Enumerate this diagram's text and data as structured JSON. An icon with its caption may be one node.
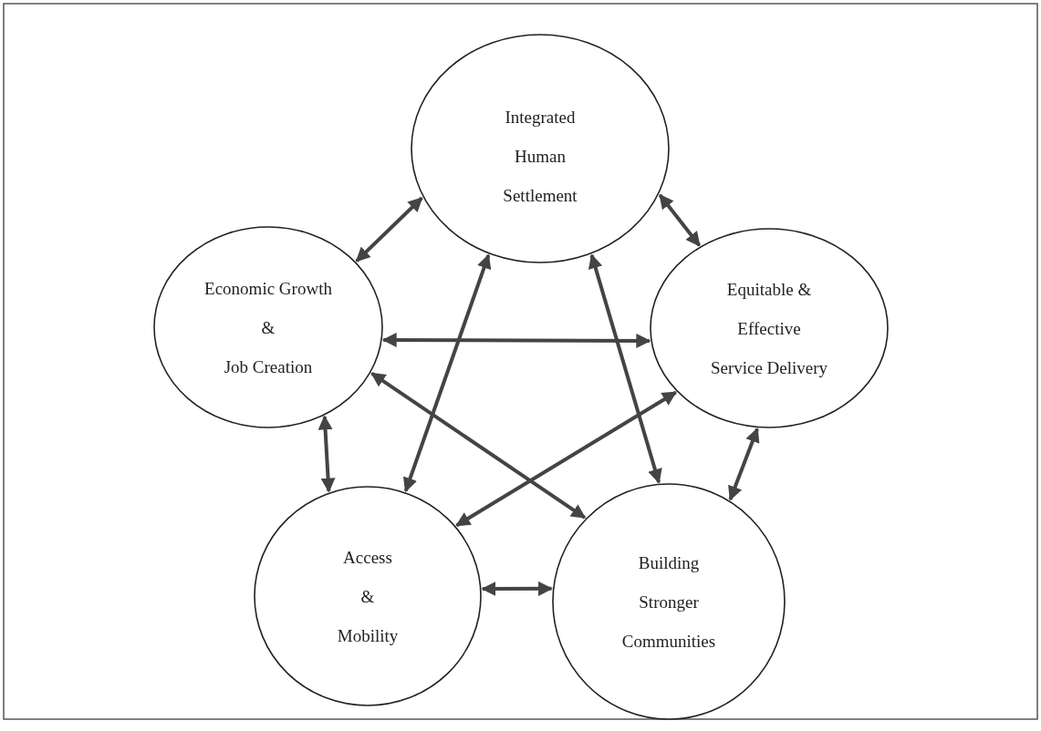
{
  "diagram": {
    "nodes": [
      {
        "text": [
          "Integrated Human Settlement"
        ]
      },
      {
        "text": [
          "Economic Growth & Job Creation"
        ]
      },
      {
        "text": [
          "Equitable & Effective Service Delivery"
        ]
      },
      {
        "text": [
          "Access & Mobility"
        ]
      },
      {
        "text": [
          "Building Stronger Communities"
        ]
      }
    ],
    "edges": [
      {
        "from": 1,
        "to": 0,
        "arrow": "both"
      },
      {
        "from": 0,
        "to": 2,
        "arrow": "both"
      },
      {
        "from": 1,
        "to": 2,
        "arrow": "both"
      },
      {
        "from": 1,
        "to": 3,
        "arrow": "both"
      },
      {
        "from": 2,
        "to": 4,
        "arrow": "both"
      },
      {
        "from": 3,
        "to": 4,
        "arrow": "both"
      },
      {
        "from": 0,
        "to": 3,
        "arrow": "both"
      },
      {
        "from": 0,
        "to": 4,
        "arrow": "both"
      },
      {
        "from": 1,
        "to": 4,
        "arrow": "both"
      },
      {
        "from": 2,
        "to": 3,
        "arrow": "both"
      }
    ]
  }
}
